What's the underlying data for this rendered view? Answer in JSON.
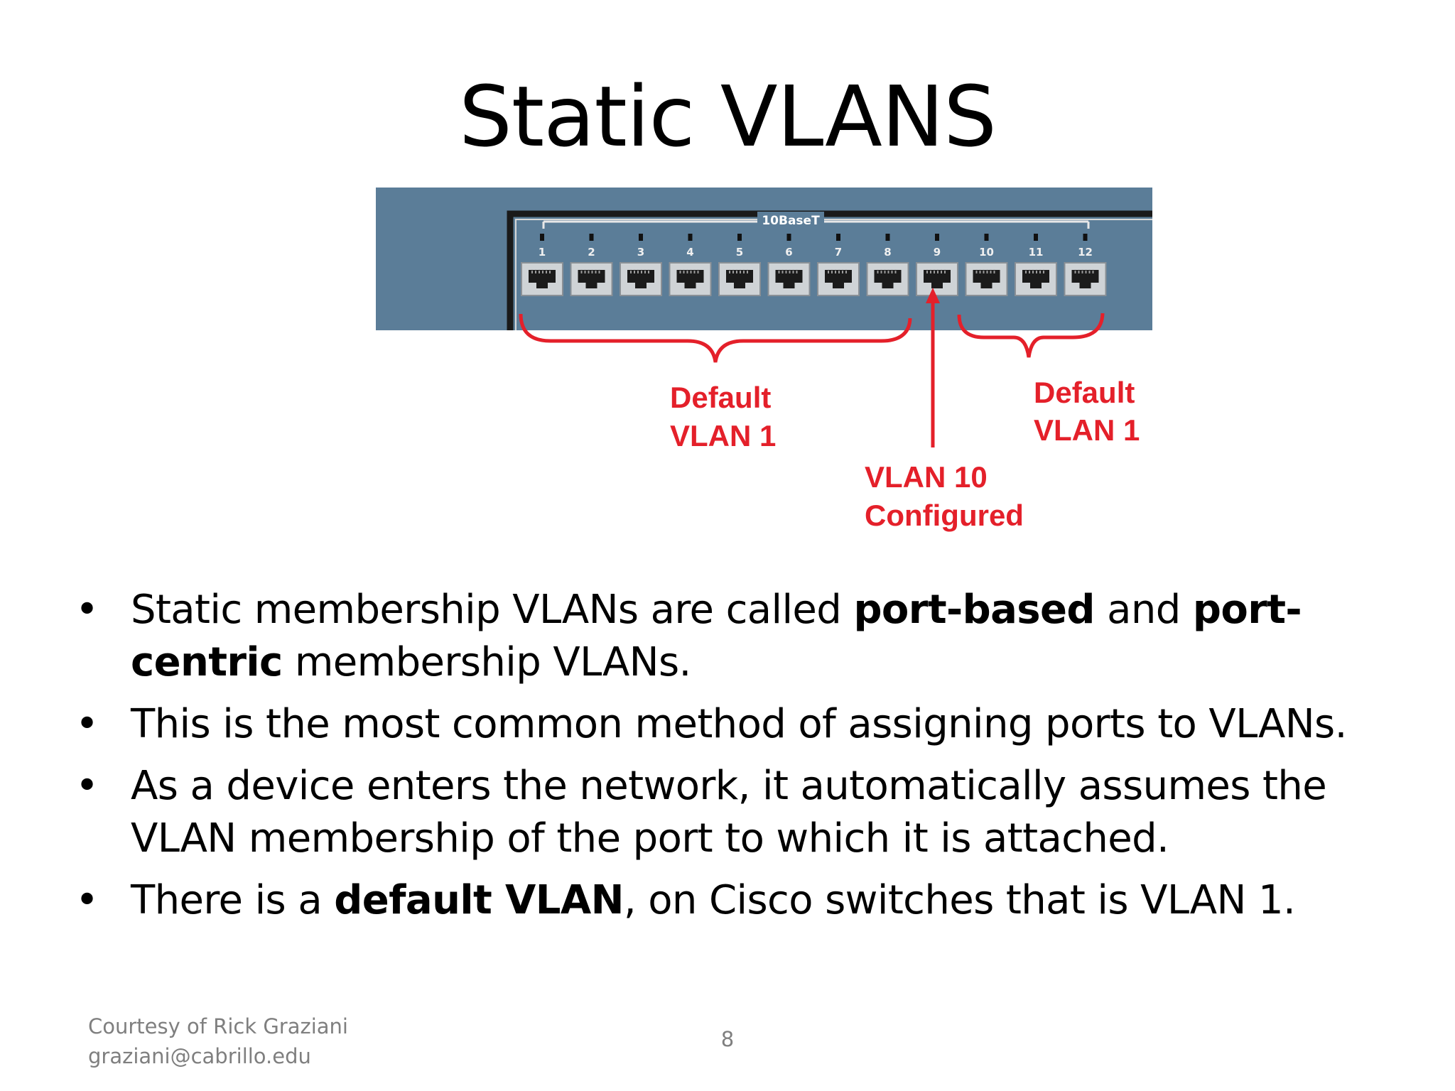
{
  "slide": {
    "title": "Static VLANS",
    "page_number": "8"
  },
  "diagram": {
    "panel_label": "10BaseT",
    "ports": [
      "1",
      "2",
      "3",
      "4",
      "5",
      "6",
      "7",
      "8",
      "9",
      "10",
      "11",
      "12"
    ],
    "vlan10_port": "9",
    "labels": {
      "left_group_line1": "Default",
      "left_group_line2": "VLAN 1",
      "right_group_line1": "Default",
      "right_group_line2": "VLAN 1",
      "vlan10_line1": "VLAN 10",
      "vlan10_line2": "Configured"
    },
    "colors": {
      "switch_body": "#5b7d98",
      "annotation": "#e4202a",
      "port_face": "#cfd3d6"
    }
  },
  "bullets": [
    {
      "parts": [
        {
          "text": "Static membership VLANs are called ",
          "bold": false
        },
        {
          "text": "port-based",
          "bold": true
        },
        {
          "text": " and ",
          "bold": false
        },
        {
          "text": "port-centric",
          "bold": true
        },
        {
          "text": " membership VLANs.",
          "bold": false
        }
      ]
    },
    {
      "parts": [
        {
          "text": "This is the most common method of assigning ports to VLANs.",
          "bold": false
        }
      ]
    },
    {
      "parts": [
        {
          "text": "As a device enters the network, it automatically assumes the VLAN membership of the port to which it is attached.",
          "bold": false
        }
      ]
    },
    {
      "parts": [
        {
          "text": "There is a ",
          "bold": false
        },
        {
          "text": "default VLAN",
          "bold": true
        },
        {
          "text": ", on Cisco switches that is VLAN 1.",
          "bold": false
        }
      ]
    }
  ],
  "footer": {
    "line1": "Courtesy of Rick Graziani",
    "line2": "graziani@cabrillo.edu"
  }
}
